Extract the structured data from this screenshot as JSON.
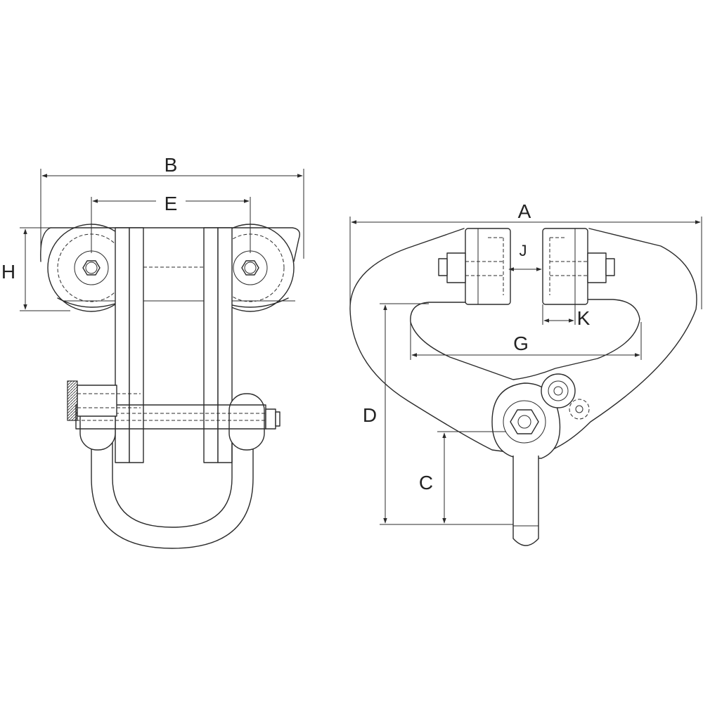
{
  "dimensions": {
    "A": "A",
    "B": "B",
    "C": "C",
    "D": "D",
    "E": "E",
    "G": "G",
    "H": "H",
    "J": "J",
    "K": "K"
  },
  "colors": {
    "line": "#2b2b2b",
    "background": "#ffffff"
  }
}
